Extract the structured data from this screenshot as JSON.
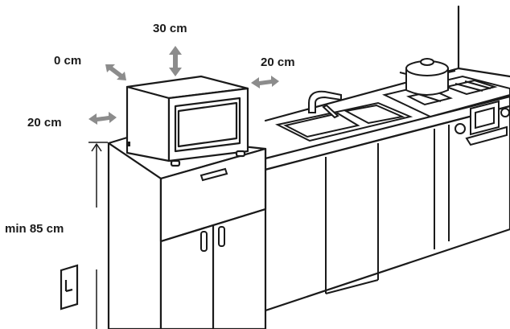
{
  "labels": {
    "top": "30 cm",
    "back": "0 cm",
    "right": "20 cm",
    "left": "20 cm",
    "height": "min 85 cm"
  },
  "colors": {
    "line": "#1a1a1a",
    "arrow": "#8c8c8c",
    "background": "#ffffff"
  }
}
